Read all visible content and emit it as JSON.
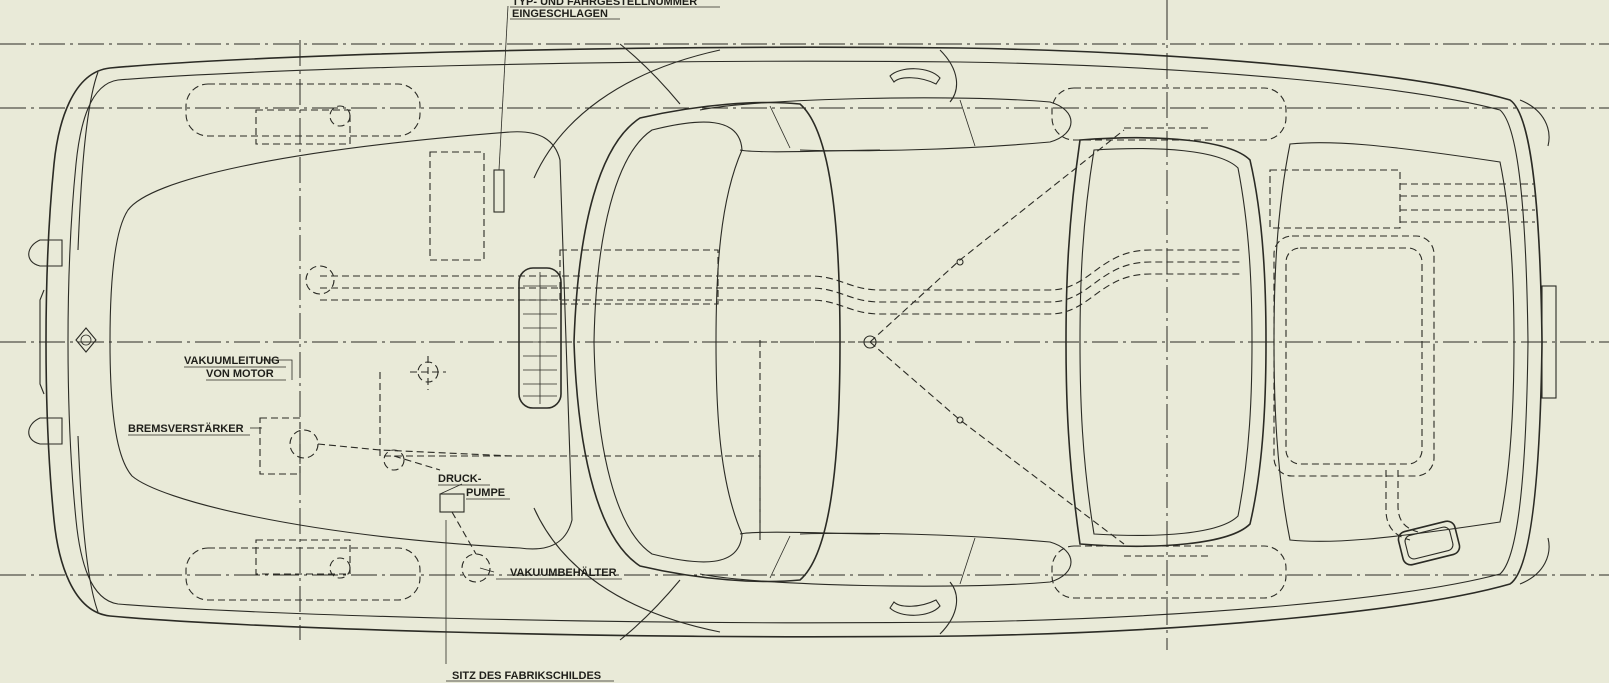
{
  "labels": {
    "chassis_number_line1": "TYP- UND FAHRGESTELLNUMMER",
    "chassis_number_line2": "EINGESCHLAGEN",
    "vacuum_line_line1": "VAKUUMLEITUNG",
    "vacuum_line_line2": "VON MOTOR",
    "brake_booster": "BREMSVERSTÄRKER",
    "pressure_pump_line1": "DRUCK-",
    "pressure_pump_line2": "PUMPE",
    "vacuum_tank": "VAKUUMBEHÄLTER",
    "factory_plate": "SITZ DES FABRIKSCHILDES"
  },
  "colors": {
    "paper": "#e9ead8",
    "ink": "#2b2b25"
  }
}
